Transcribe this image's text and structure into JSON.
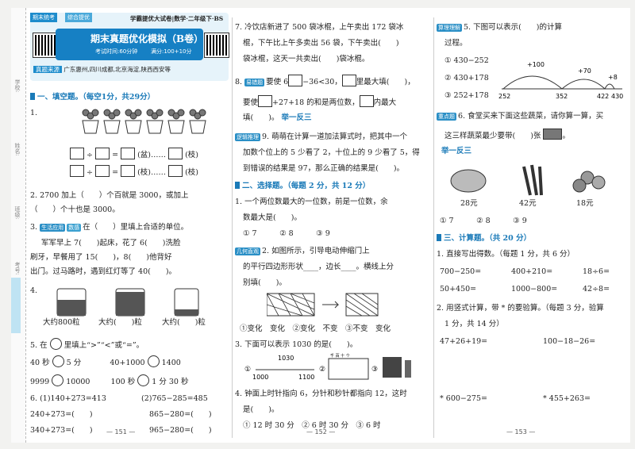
{
  "header": {
    "tag1": "期末统考",
    "tag2": "综合提优",
    "top_title": "学霸提优大试卷|数学·二年级下·BS",
    "title": "期末真题优化模拟（B卷）",
    "time": "考试时间:60分钟",
    "score": "满分:100+10分",
    "source_label": "真题来源",
    "source_text": "广东惠州,四川成都,北京海淀,陕西西安等"
  },
  "binding": {
    "v1": "学校:",
    "v2": "姓名:",
    "v3": "班级:",
    "v4": "考号:"
  },
  "col1": {
    "section1": "一、填空题。（每空1分，共29分）",
    "q1": "1.",
    "q1_row1_ops": [
      "÷",
      "=",
      "(盆)……",
      "(枝)"
    ],
    "q1_row2_ops": [
      "÷",
      "=",
      "(枝)……",
      "(枝)"
    ],
    "q2_a": "2. 2700 加上（　　）个百就是 3000，或加上",
    "q2_b": "（　　）个十也是 3000。",
    "q3_tag1": "生活应用",
    "q3_tag2": "数感",
    "q3_a": "在（　　）里填上合适的单位。",
    "q3_b": "军军早上 7(　　)起床，花了 6(　　)洗脸",
    "q3_c": "刷牙，早餐用了 15(　　)，8(　　)他背好",
    "q3_d": "出门。过马路时，遇到红灯等了 40(　　)。",
    "q4": "4.",
    "q4_labels": [
      "大约800粒",
      "大约(　　)粒",
      "大约(　　)粒"
    ],
    "q5_a": "5. 在",
    "q5_b": "里填上“>”“<”或“=”。",
    "q5_rows": [
      [
        "40 秒",
        "5 分",
        "40+1000",
        "1400"
      ],
      [
        "9999",
        "10000",
        "100 秒",
        "1 分 30 秒"
      ]
    ],
    "q6": [
      [
        "6. (1)140+273=413",
        "(2)765−285=485"
      ],
      [
        "240+273=(　　)",
        "865−280=(　　)"
      ],
      [
        "340+273=(　　)",
        "965−280=(　　)"
      ]
    ]
  },
  "col2": {
    "q7_a": "7. 冷饮店新进了 500 袋冰棍，上午卖出 172 袋冰",
    "q7_b": "棍，下午比上午多卖出 56 袋，下午卖出(　　)",
    "q7_c": "袋冰棍，这天一共卖出(　　)袋冰棍。",
    "q8_tag": "易错题",
    "q8_a": "要使 6",
    "q8_b": "−36<30，",
    "q8_c": "里最大填(　　)，",
    "q8_d": "要使",
    "q8_e": "+27+18 的和是两位数，",
    "q8_f": "内最大",
    "q8_g": "填(　　)。",
    "jyfs": "举一反三",
    "q9_tag": "逻辑推理",
    "q9_a": "9. 萌萌在计算一道加法算式时，把其中一个",
    "q9_b": "加数个位上的 5 少看了 2，十位上的 9 少看了 5，得",
    "q9_c": "到错误的结果是 97，那么正确的结果是(　　)。",
    "section2": "二、选择题。（每题 2 分，共 12 分）",
    "c1_a": "1. 一个两位数最大的一位数，前是一位数，余",
    "c1_b": "数最大是(　　)。",
    "c1_opts": "① 7　　　② 8　　　③ 9",
    "c2_tag": "几何直观",
    "c2_a": "2. 如图所示，引导电动伸缩门上",
    "c2_b": "的平行四边形形状____，边长____。横线上分",
    "c2_c": "别填(　　)。",
    "c2_opts": "①变化　变化　②变化　不变　③不变　变化",
    "c3": "3. 下面可以表示 1030 的是(　　)。",
    "c3_frac_top": "1030",
    "c3_frac_l": "1000",
    "c3_frac_r": "1100",
    "c3_abacus": "千 百 十 个",
    "c4_a": "4. 钟面上时针指向 6，分针和秒针都指向 12，这时",
    "c4_b": "是(　　)。",
    "c4_opts": "① 12 时 30 分　② 6 时 30 分　③ 6 时"
  },
  "col3": {
    "c5_tag": "算理理解",
    "c5_a": "5. 下图可以表示(　　)的计算",
    "c5_b": "过程。",
    "c5_opts": [
      "① 430−252",
      "② 430+178",
      "③ 252+178"
    ],
    "numline": {
      "ticks": [
        "252",
        "352",
        "422",
        "430"
      ],
      "jumps": [
        "+100",
        "+70",
        "+8"
      ]
    },
    "c6_tag": "重点题",
    "c6_a": "6. 食堂买来下面这些蔬菜，请你算一算，买",
    "c6_b": "这三样蔬菜最少要带(　　)张",
    "c6_c": "。",
    "jyfs": "举一反三",
    "veg_prices": [
      "28元",
      "42元",
      "18元"
    ],
    "c6_opts": "① 7　　　② 8　　　③ 9",
    "section3": "三、计算题。（共 20 分）",
    "k1": "1. 直接写出得数。（每题 1 分，共 6 分）",
    "k1_rows": [
      [
        "700−250=",
        "400+210=",
        "18÷6="
      ],
      [
        "50+450=",
        "1000−800=",
        "42÷8="
      ]
    ],
    "k2_a": "2. 用竖式计算，带 * 的要验算。（每题 3 分，验算",
    "k2_b": "1 分，共 14 分）",
    "k2_r1": [
      "47+26+19=",
      "100−18−26="
    ],
    "k2_r2": [
      "* 600−275=",
      "* 455+263="
    ]
  },
  "pages": [
    "— 151 —",
    "— 152 —",
    "— 153 —"
  ]
}
